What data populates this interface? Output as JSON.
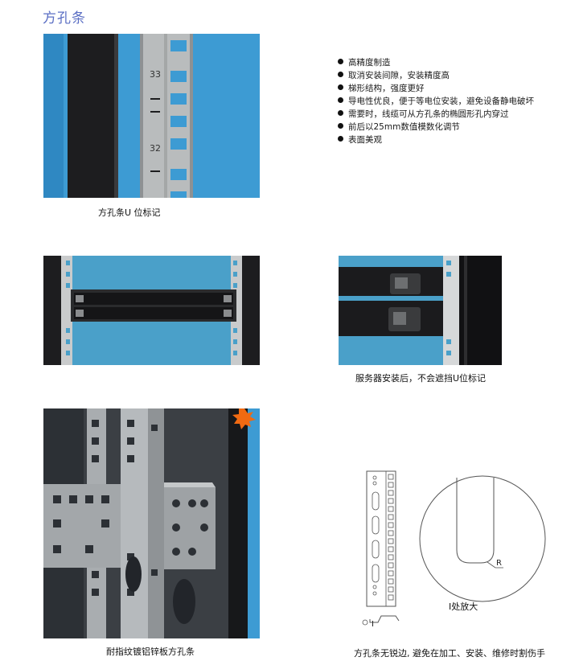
{
  "page": {
    "title": "方孔条"
  },
  "features": [
    "高精度制造",
    "取消安装间隙，安装精度高",
    "梯形结构，强度更好",
    "导电性优良，便于等电位安装，避免设备静电破坏",
    "需要时，线缆可从方孔条的椭圆形孔内穿过",
    "前后以25mm数值模数化调节",
    "表面美观"
  ],
  "photos": {
    "u_mark": {
      "caption": "方孔条U 位标记",
      "u_numbers": [
        "33",
        "32"
      ]
    },
    "installed_front": {
      "caption": ""
    },
    "installed_side": {
      "caption": "服务器安装后，不会遮挡U位标记"
    },
    "galvanized": {
      "caption": "耐指纹镀铝锌板方孔条"
    },
    "edge_detail": {
      "caption": "方孔条无锐边, 避免在加工、安装、维修时割伤手",
      "zoom_caption": "I处放大",
      "radius_label": "R",
      "section_label": "I"
    }
  },
  "colors": {
    "title": "#5b6fc4",
    "photo_blue": "#3d9bd3",
    "rail_steel": "#b9bcbd",
    "rail_black": "#1d1d1f",
    "badge_orange": "#f06a12"
  }
}
